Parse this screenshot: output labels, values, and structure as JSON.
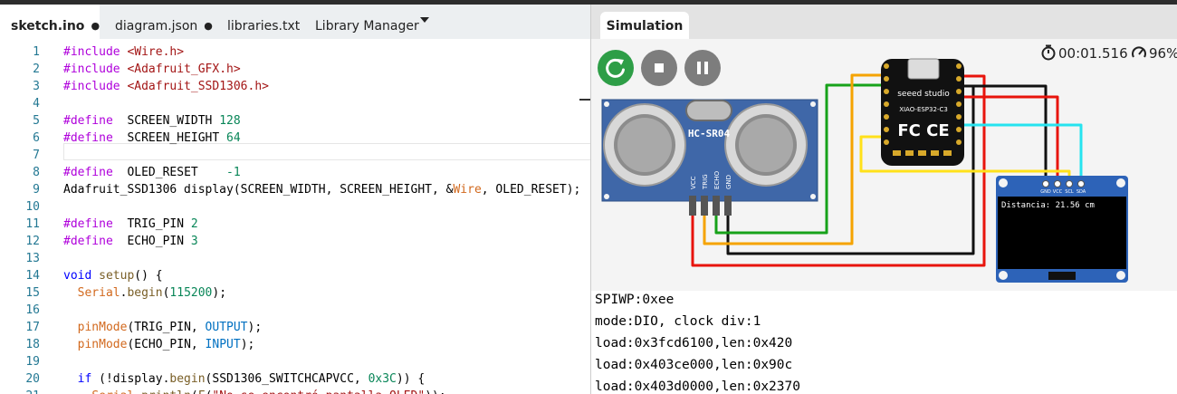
{
  "editor": {
    "tabs": [
      {
        "label": "sketch.ino",
        "dot": "●",
        "active": true
      },
      {
        "label": "diagram.json",
        "dot": "●",
        "active": false
      },
      {
        "label": "libraries.txt",
        "dot": "",
        "active": false
      },
      {
        "label": "Library Manager",
        "dot": "",
        "active": false
      }
    ],
    "code": [
      {
        "n": "1",
        "t": [
          [
            "dir",
            "#include "
          ],
          [
            "str",
            "<Wire.h>"
          ]
        ]
      },
      {
        "n": "2",
        "t": [
          [
            "dir",
            "#include "
          ],
          [
            "str",
            "<Adafruit_GFX.h>"
          ]
        ]
      },
      {
        "n": "3",
        "t": [
          [
            "dir",
            "#include "
          ],
          [
            "str",
            "<Adafruit_SSD1306.h>"
          ]
        ]
      },
      {
        "n": "4",
        "t": []
      },
      {
        "n": "5",
        "t": [
          [
            "dir",
            "#define"
          ],
          [
            "",
            "  SCREEN_WIDTH "
          ],
          [
            "num",
            "128"
          ]
        ]
      },
      {
        "n": "6",
        "t": [
          [
            "dir",
            "#define"
          ],
          [
            "",
            "  SCREEN_HEIGHT "
          ],
          [
            "num",
            "64"
          ]
        ]
      },
      {
        "n": "7",
        "t": []
      },
      {
        "n": "8",
        "t": [
          [
            "dir",
            "#define"
          ],
          [
            "",
            "  OLED_RESET    "
          ],
          [
            "num",
            "-1"
          ]
        ]
      },
      {
        "n": "9",
        "t": [
          [
            "",
            "Adafruit_SSD1306 display(SCREEN_WIDTH, SCREEN_HEIGHT, &"
          ],
          [
            "org",
            "Wire"
          ],
          [
            "",
            ", OLED_RESET);"
          ]
        ]
      },
      {
        "n": "10",
        "t": []
      },
      {
        "n": "11",
        "t": [
          [
            "dir",
            "#define"
          ],
          [
            "",
            "  TRIG_PIN "
          ],
          [
            "num",
            "2"
          ]
        ]
      },
      {
        "n": "12",
        "t": [
          [
            "dir",
            "#define"
          ],
          [
            "",
            "  ECHO_PIN "
          ],
          [
            "num",
            "3"
          ]
        ]
      },
      {
        "n": "13",
        "t": []
      },
      {
        "n": "14",
        "t": [
          [
            "kw",
            "void"
          ],
          [
            "",
            " "
          ],
          [
            "fn",
            "setup"
          ],
          [
            "",
            "() {"
          ]
        ]
      },
      {
        "n": "15",
        "t": [
          [
            "",
            "  "
          ],
          [
            "org",
            "Serial"
          ],
          [
            "",
            "."
          ],
          [
            "fn",
            "begin"
          ],
          [
            "",
            "("
          ],
          [
            "num",
            "115200"
          ],
          [
            "",
            ");"
          ]
        ]
      },
      {
        "n": "16",
        "t": []
      },
      {
        "n": "17",
        "t": [
          [
            "",
            "  "
          ],
          [
            "org",
            "pinMode"
          ],
          [
            "",
            "(TRIG_PIN, "
          ],
          [
            "cst",
            "OUTPUT"
          ],
          [
            "",
            ");"
          ]
        ]
      },
      {
        "n": "18",
        "t": [
          [
            "",
            "  "
          ],
          [
            "org",
            "pinMode"
          ],
          [
            "",
            "(ECHO_PIN, "
          ],
          [
            "cst",
            "INPUT"
          ],
          [
            "",
            ");"
          ]
        ]
      },
      {
        "n": "19",
        "t": []
      },
      {
        "n": "20",
        "t": [
          [
            "",
            "  "
          ],
          [
            "kw",
            "if"
          ],
          [
            "",
            " (!display."
          ],
          [
            "fn",
            "begin"
          ],
          [
            "",
            "(SSD1306_SWITCHCAPVCC, "
          ],
          [
            "num",
            "0x3C"
          ],
          [
            "",
            ")) {"
          ]
        ]
      },
      {
        "n": "21",
        "t": [
          [
            "",
            "    "
          ],
          [
            "org",
            "Serial"
          ],
          [
            "",
            "."
          ],
          [
            "fn",
            "println"
          ],
          [
            "",
            "("
          ],
          [
            "fn",
            "F"
          ],
          [
            "",
            "("
          ],
          [
            "str",
            "\"No se encontró pantalla OLED\""
          ],
          [
            "",
            "));"
          ]
        ]
      }
    ]
  },
  "simulation": {
    "tab_label": "Simulation",
    "timer": "00:01.516",
    "speed": "96%",
    "controls": {
      "restart": "restart-icon",
      "stop": "stop-icon",
      "pause": "pause-icon"
    },
    "sensor": {
      "model": "HC-SR04",
      "pins": [
        "VCC",
        "TRIG",
        "ECHO",
        "GND"
      ]
    },
    "board": {
      "brand": "seeed studio",
      "model": "XIAO-ESP32-C3",
      "marks": "FC CE"
    },
    "oled": {
      "pins": [
        "GND",
        "VCC",
        "SCL",
        "SDA"
      ],
      "text": "Distancia: 21.56 cm"
    },
    "wire_colors": {
      "red": "#e8140c",
      "black": "#111111",
      "green": "#17a21a",
      "orange": "#f5a300",
      "yellow": "#ffe11a",
      "cyan": "#26e3ef"
    },
    "console": [
      "SPIWP:0xee",
      "mode:DIO, clock div:1",
      "load:0x3fcd6100,len:0x420",
      "load:0x403ce000,len:0x90c",
      "load:0x403d0000,len:0x2370"
    ]
  }
}
